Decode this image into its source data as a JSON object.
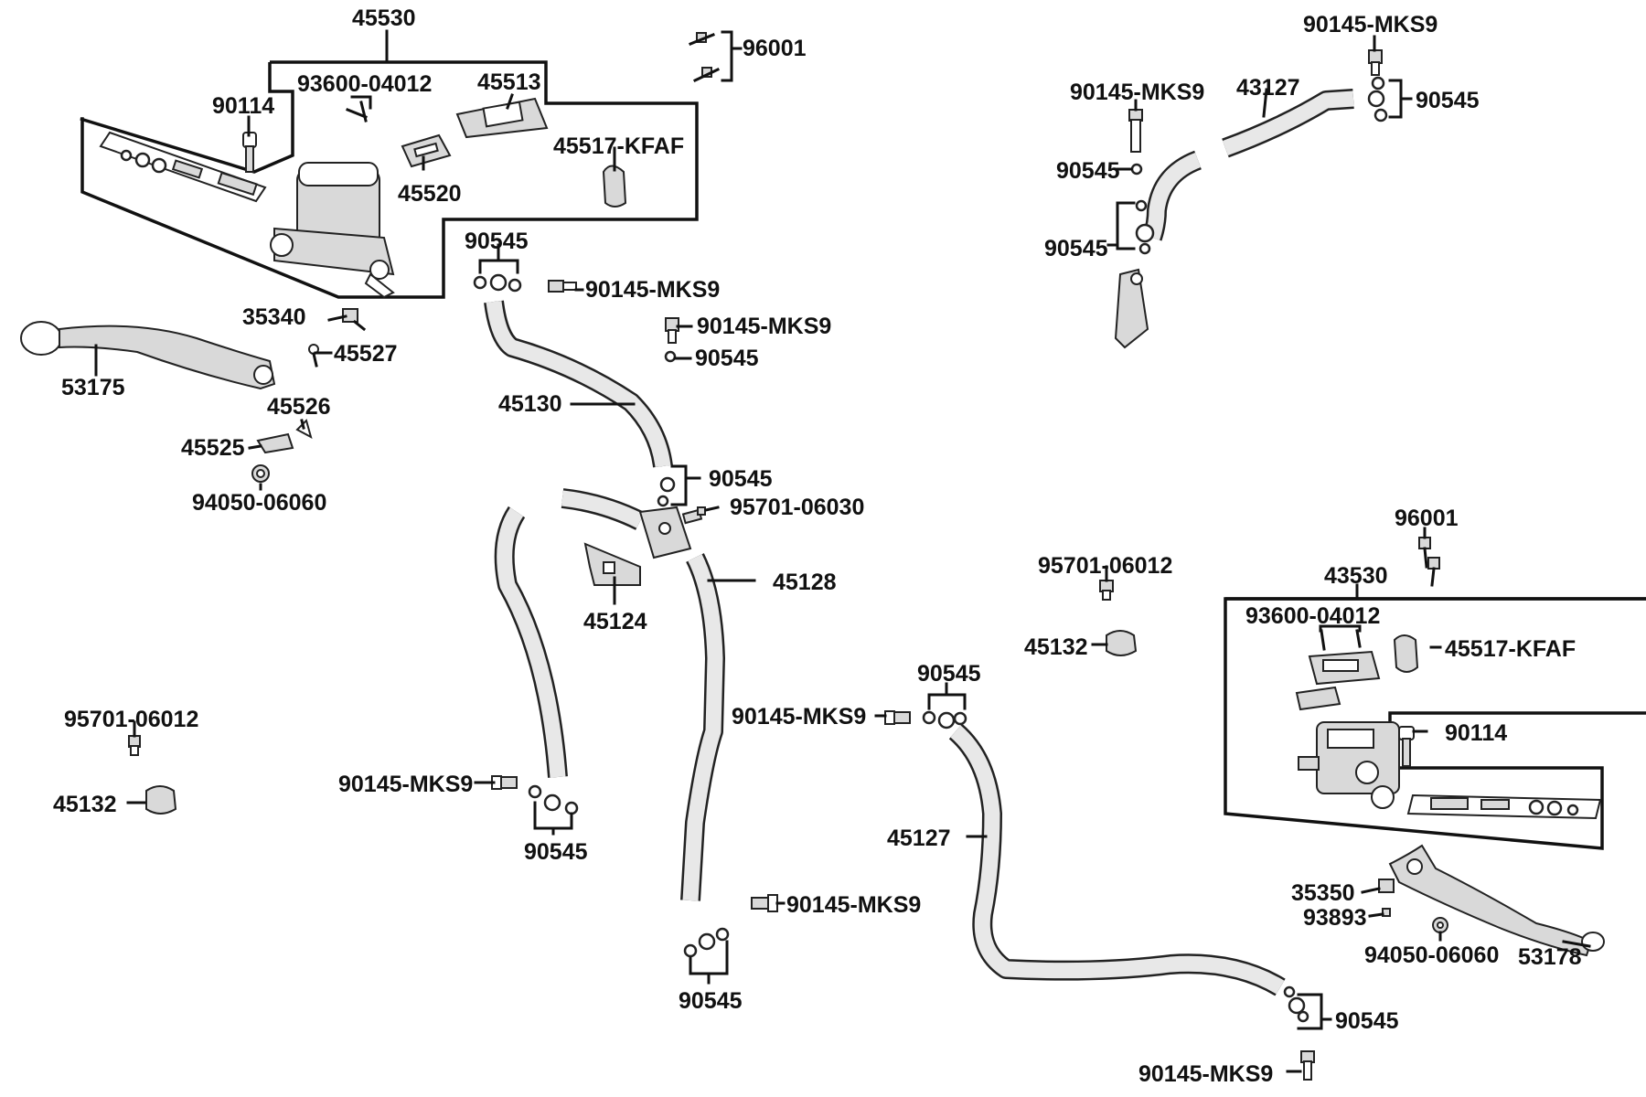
{
  "labels": {
    "l45530_top": "45530",
    "l90114_left": "90114",
    "l93600_left": "93600-04012",
    "l45513": "45513",
    "l45517_left": "45517-KFAF",
    "l45520": "45520",
    "l96001_top": "96001",
    "l35340": "35340",
    "l45527": "45527",
    "l53175": "53175",
    "l45526": "45526",
    "l45525": "45525",
    "l94050_left": "94050-06060",
    "l90545_a": "90545",
    "l90145_a": "90145-MKS9",
    "l90145_b": "90145-MKS9",
    "l90545_b": "90545",
    "l45130": "45130",
    "l90545_c": "90545",
    "l95701_06030": "95701-06030",
    "l45128": "45128",
    "l45124": "45124",
    "l95701_left": "95701-06012",
    "l45132_left": "45132",
    "l90145_c": "90145-MKS9",
    "l90545_d": "90545",
    "l90145_d": "90145-MKS9",
    "l90545_e": "90545",
    "l90145_tr": "90145-MKS9",
    "l43127": "43127",
    "l90145_tr2": "90145-MKS9",
    "l90545_tr": "90545",
    "l90545_tr2": "90545",
    "l90545_tr3": "90545",
    "l95701_mid": "95701-06012",
    "l45132_mid": "45132",
    "l90545_mid": "90545",
    "l90145_mid": "90145-MKS9",
    "l45127": "45127",
    "l90545_br": "90545",
    "l90145_br": "90145-MKS9",
    "l96001_right": "96001",
    "l43530": "43530",
    "l93600_right": "93600-04012",
    "l45517_right": "45517-KFAF",
    "l90114_right": "90114",
    "l35350": "35350",
    "l93893": "93893",
    "l94050_right": "94050-06060",
    "l53178": "53178"
  }
}
